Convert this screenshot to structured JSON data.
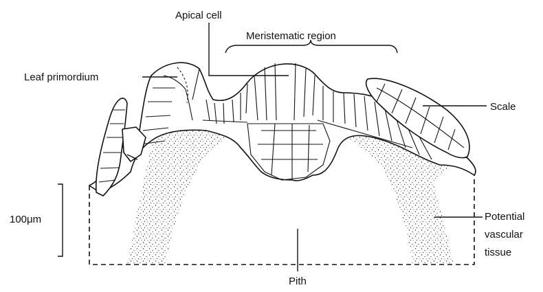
{
  "labels": {
    "apical_cell": "Apical cell",
    "meristematic_region": "Meristematic region",
    "leaf_primordium": "Leaf primordium",
    "scale": "Scale",
    "scale_bar": "100μm",
    "potential_vascular_tissue": [
      "Potential",
      "vascular",
      "tissue"
    ],
    "pith": "Pith"
  }
}
